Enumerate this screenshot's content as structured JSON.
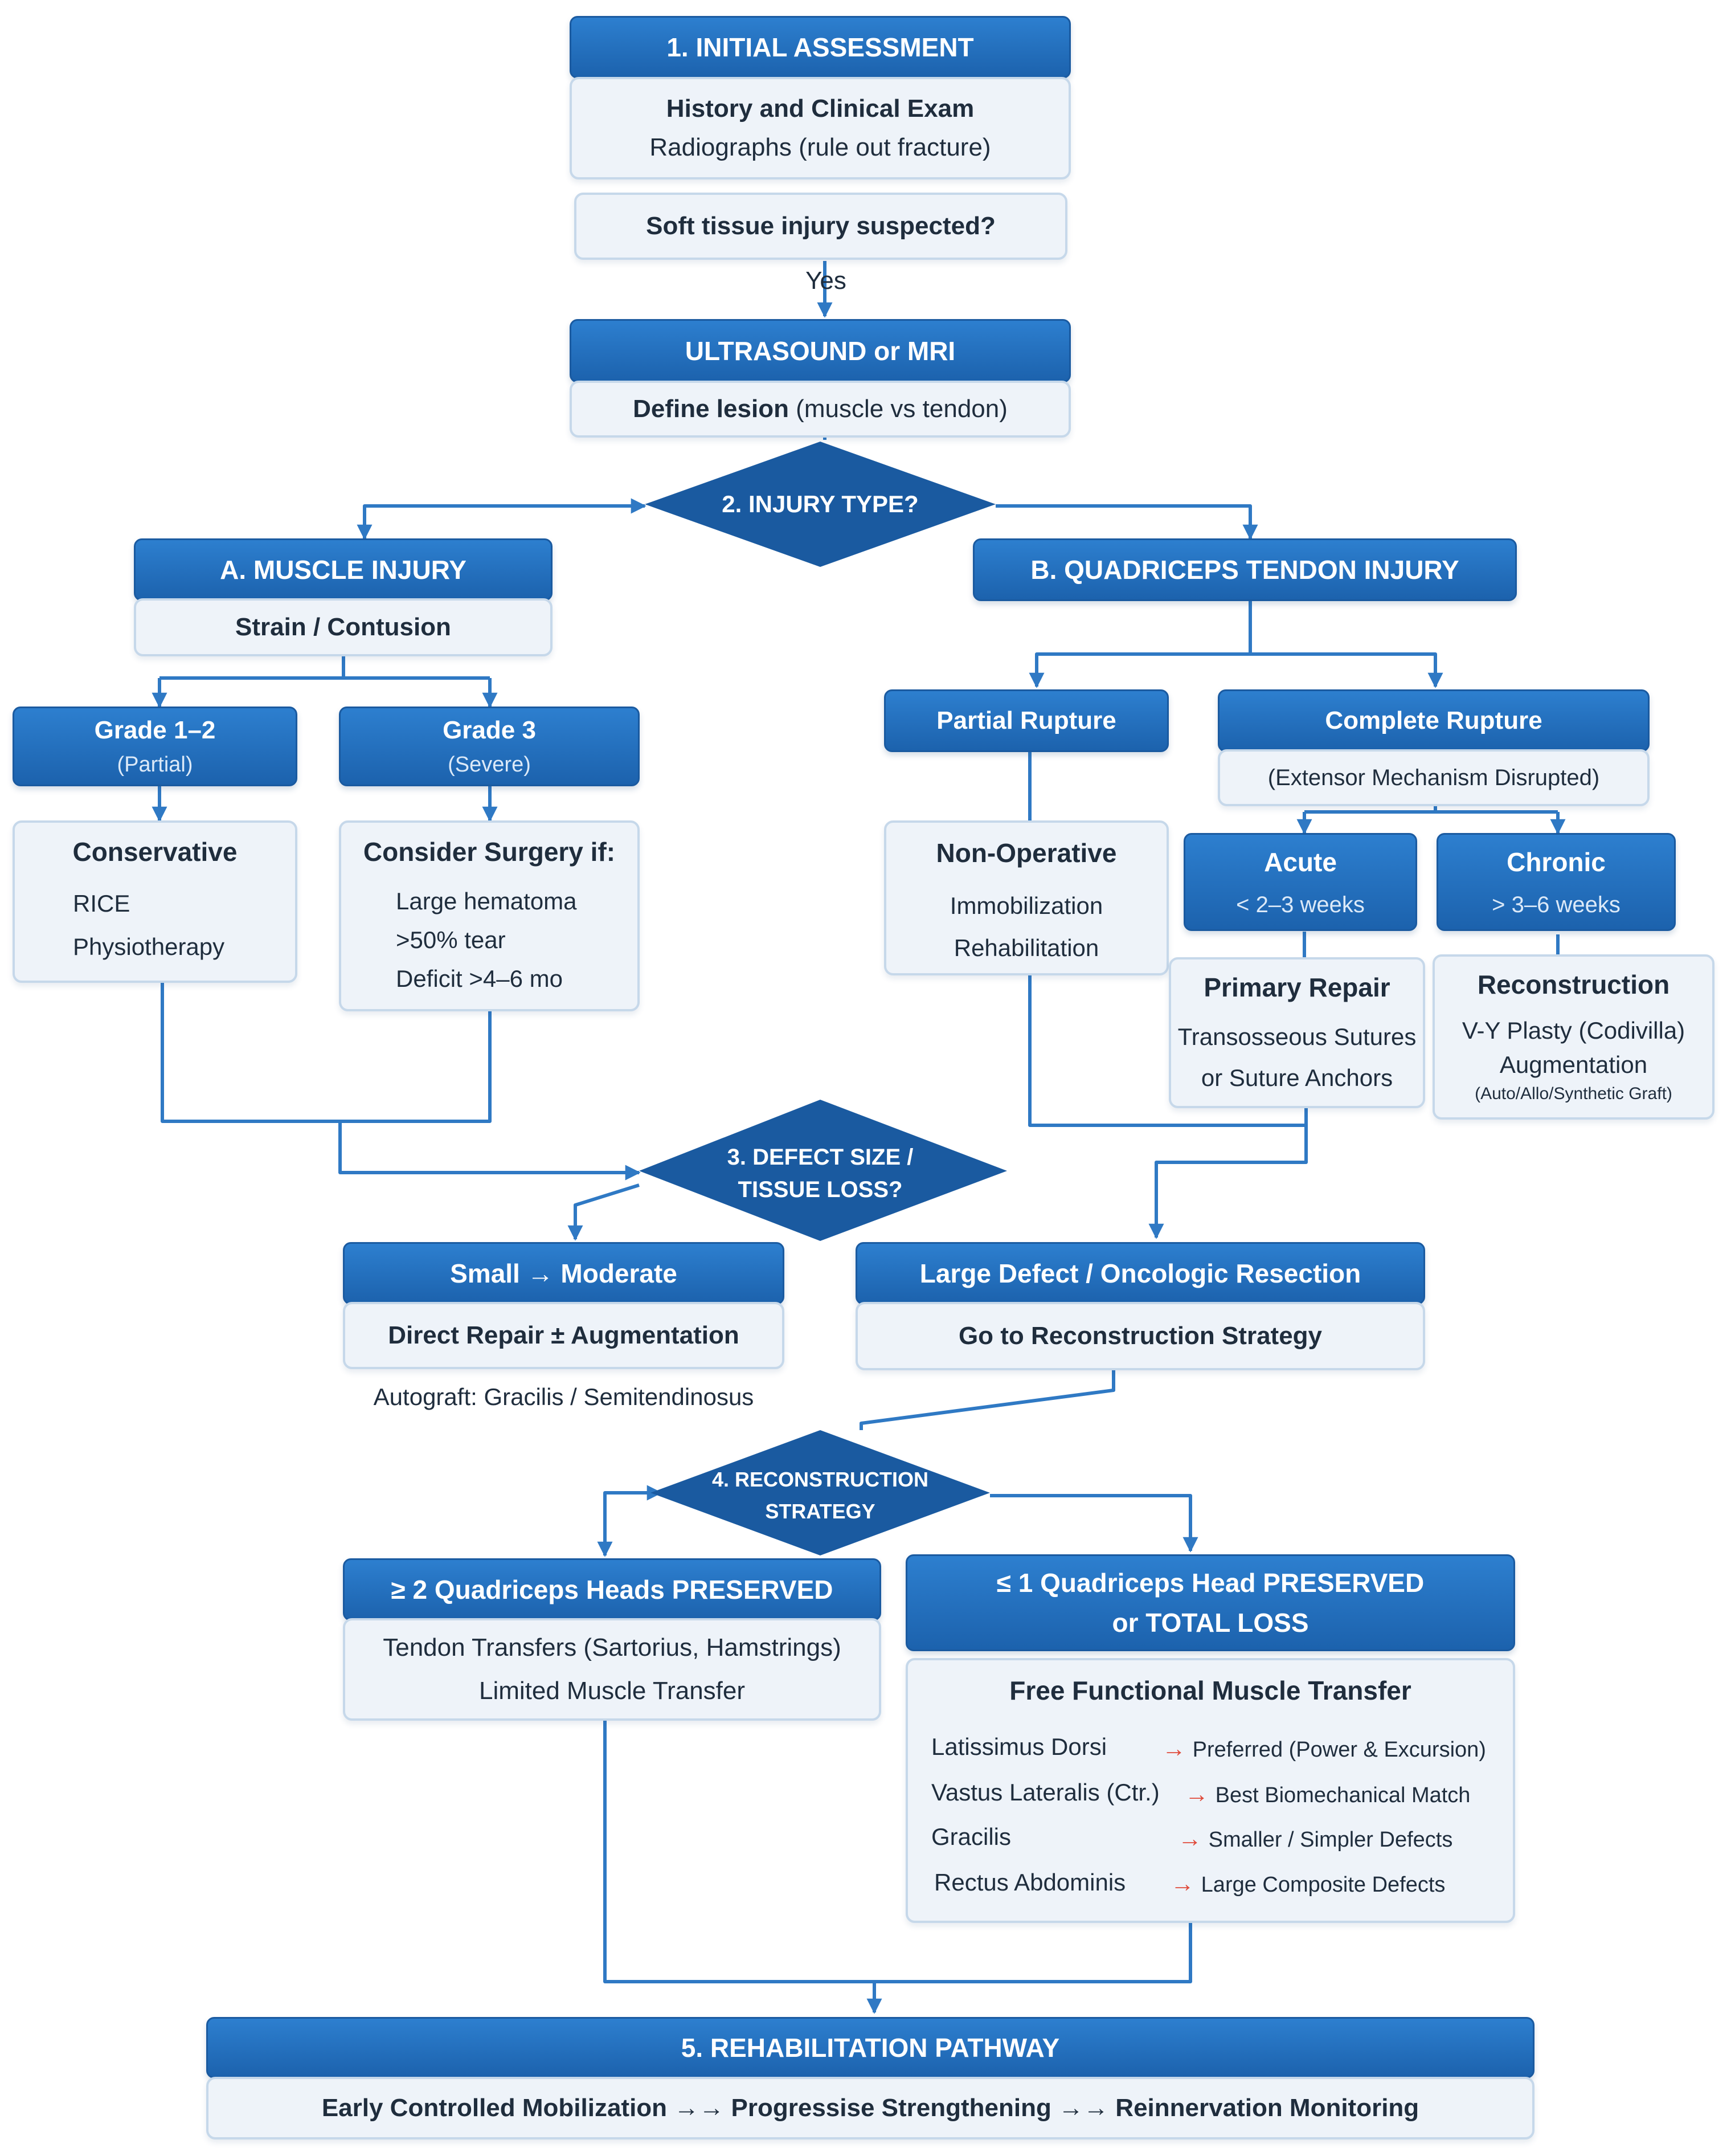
{
  "initial_assessment": {
    "title": "1. INITIAL ASSESSMENT",
    "line1": "History and Clinical Exam",
    "line2": "Radiographs (rule out fracture)"
  },
  "soft_tissue": {
    "question": "Soft tissue injury suspected?",
    "yes_label": "Yes"
  },
  "imaging": {
    "title": "ULTRASOUND or MRI",
    "line1_bold": "Define lesion",
    "line1_rest": " (muscle vs tendon)"
  },
  "injury_type": {
    "label": "2. INJURY TYPE?"
  },
  "muscle_injury": {
    "title": "A. MUSCLE INJURY",
    "subtitle": "Strain / Contusion",
    "grade12": {
      "title": "Grade 1–2",
      "sub": "(Partial)"
    },
    "grade3": {
      "title": "Grade 3",
      "sub": "(Severe)"
    },
    "conservative": {
      "title": "Conservative",
      "items": [
        "RICE",
        "Physiotherapy"
      ]
    },
    "surgery": {
      "title": "Consider Surgery if:",
      "items": [
        "Large hematoma",
        ">50% tear",
        "Deficit >4–6 mo"
      ]
    }
  },
  "tendon_injury": {
    "title": "B. QUADRICEPS TENDON INJURY",
    "partial": {
      "title": "Partial Rupture"
    },
    "complete": {
      "title": "Complete Rupture",
      "sub": "(Extensor Mechanism Disrupted)"
    },
    "nonop": {
      "title": "Non-Operative",
      "items": [
        "Immobilization",
        "Rehabilitation"
      ]
    },
    "acute": {
      "title": "Acute",
      "sub": "< 2–3 weeks"
    },
    "chronic": {
      "title": "Chronic",
      "sub": "> 3–6 weeks"
    },
    "primary_repair": {
      "title": "Primary Repair",
      "items": [
        "Transosseous Sutures",
        "or Suture Anchors"
      ]
    },
    "reconstruction": {
      "title": "Reconstruction",
      "items": [
        "V-Y Plasty (Codivilla)",
        "Augmentation"
      ],
      "note": "(Auto/Allo/Synthetic Graft)"
    }
  },
  "defect_size": {
    "line1": "3. DEFECT SIZE /",
    "line2": "TISSUE LOSS?"
  },
  "small_moderate": {
    "title": "Small → Moderate",
    "body": "Direct Repair ± Augmentation",
    "autograft": "Autograft: Gracilis / Semitendinosus"
  },
  "large_defect": {
    "title": "Large Defect / Oncologic Resection",
    "body": "Go to Reconstruction Strategy"
  },
  "recon_strategy": {
    "line1": "4. RECONSTRUCTION",
    "line2": "STRATEGY"
  },
  "two_heads": {
    "title": "≥ 2 Quadriceps Heads PRESERVED",
    "items": [
      "Tendon Transfers (Sartorius, Hamstrings)",
      "Limited Muscle Transfer"
    ]
  },
  "one_head": {
    "title_line1": "≤ 1 Quadriceps Head PRESERVED",
    "title_line2": "or TOTAL LOSS"
  },
  "ffmt": {
    "title": "Free Functional Muscle Transfer",
    "arrow": "→",
    "rows": [
      {
        "muscle": "Latissimus Dorsi",
        "note": "Preferred (Power & Excursion)"
      },
      {
        "muscle": "Vastus Lateralis (Ctr.)",
        "note": "Best Biomechanical Match"
      },
      {
        "muscle": "Gracilis",
        "note": "Smaller / Simpler Defects"
      },
      {
        "muscle": "Rectus Abdominis",
        "note": "Large Composite Defects"
      }
    ]
  },
  "rehab": {
    "title": "5. REHABILITATION PATHWAY",
    "body": "Early Controlled Mobilization →→ Progressise Strengthening →→ Reinnervation Monitoring"
  }
}
